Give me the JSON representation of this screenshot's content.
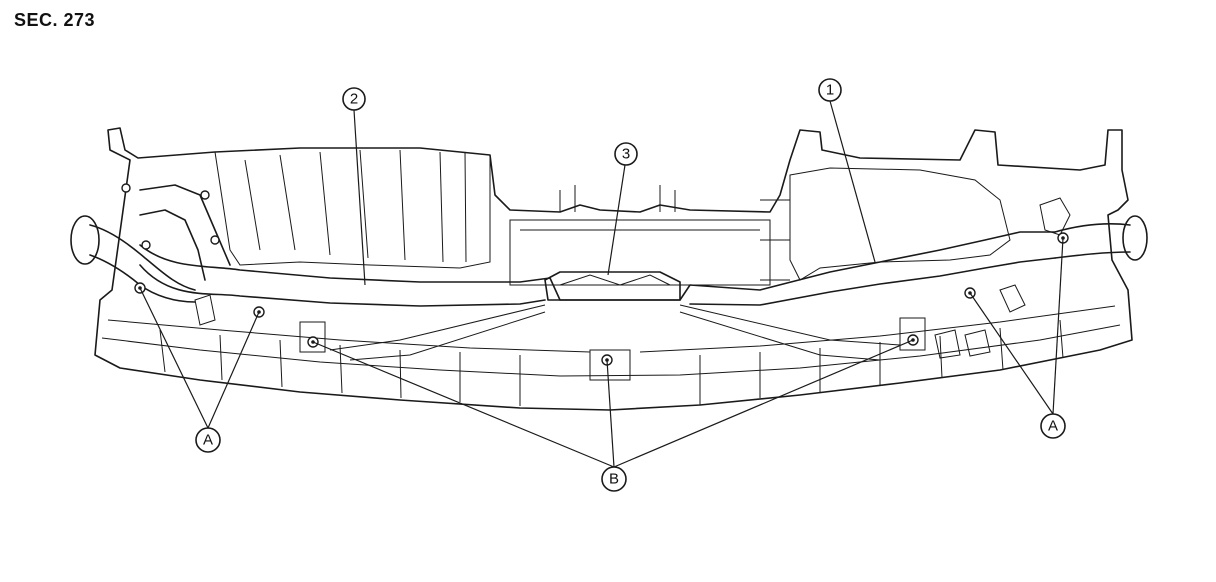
{
  "section": {
    "label": "SEC. 273"
  },
  "callouts": {
    "c1": "1",
    "c2": "2",
    "c3": "3",
    "a_left": "A",
    "a_right": "A",
    "b": "B"
  },
  "colors": {
    "line": "#1a1a1a",
    "background": "#ffffff"
  }
}
